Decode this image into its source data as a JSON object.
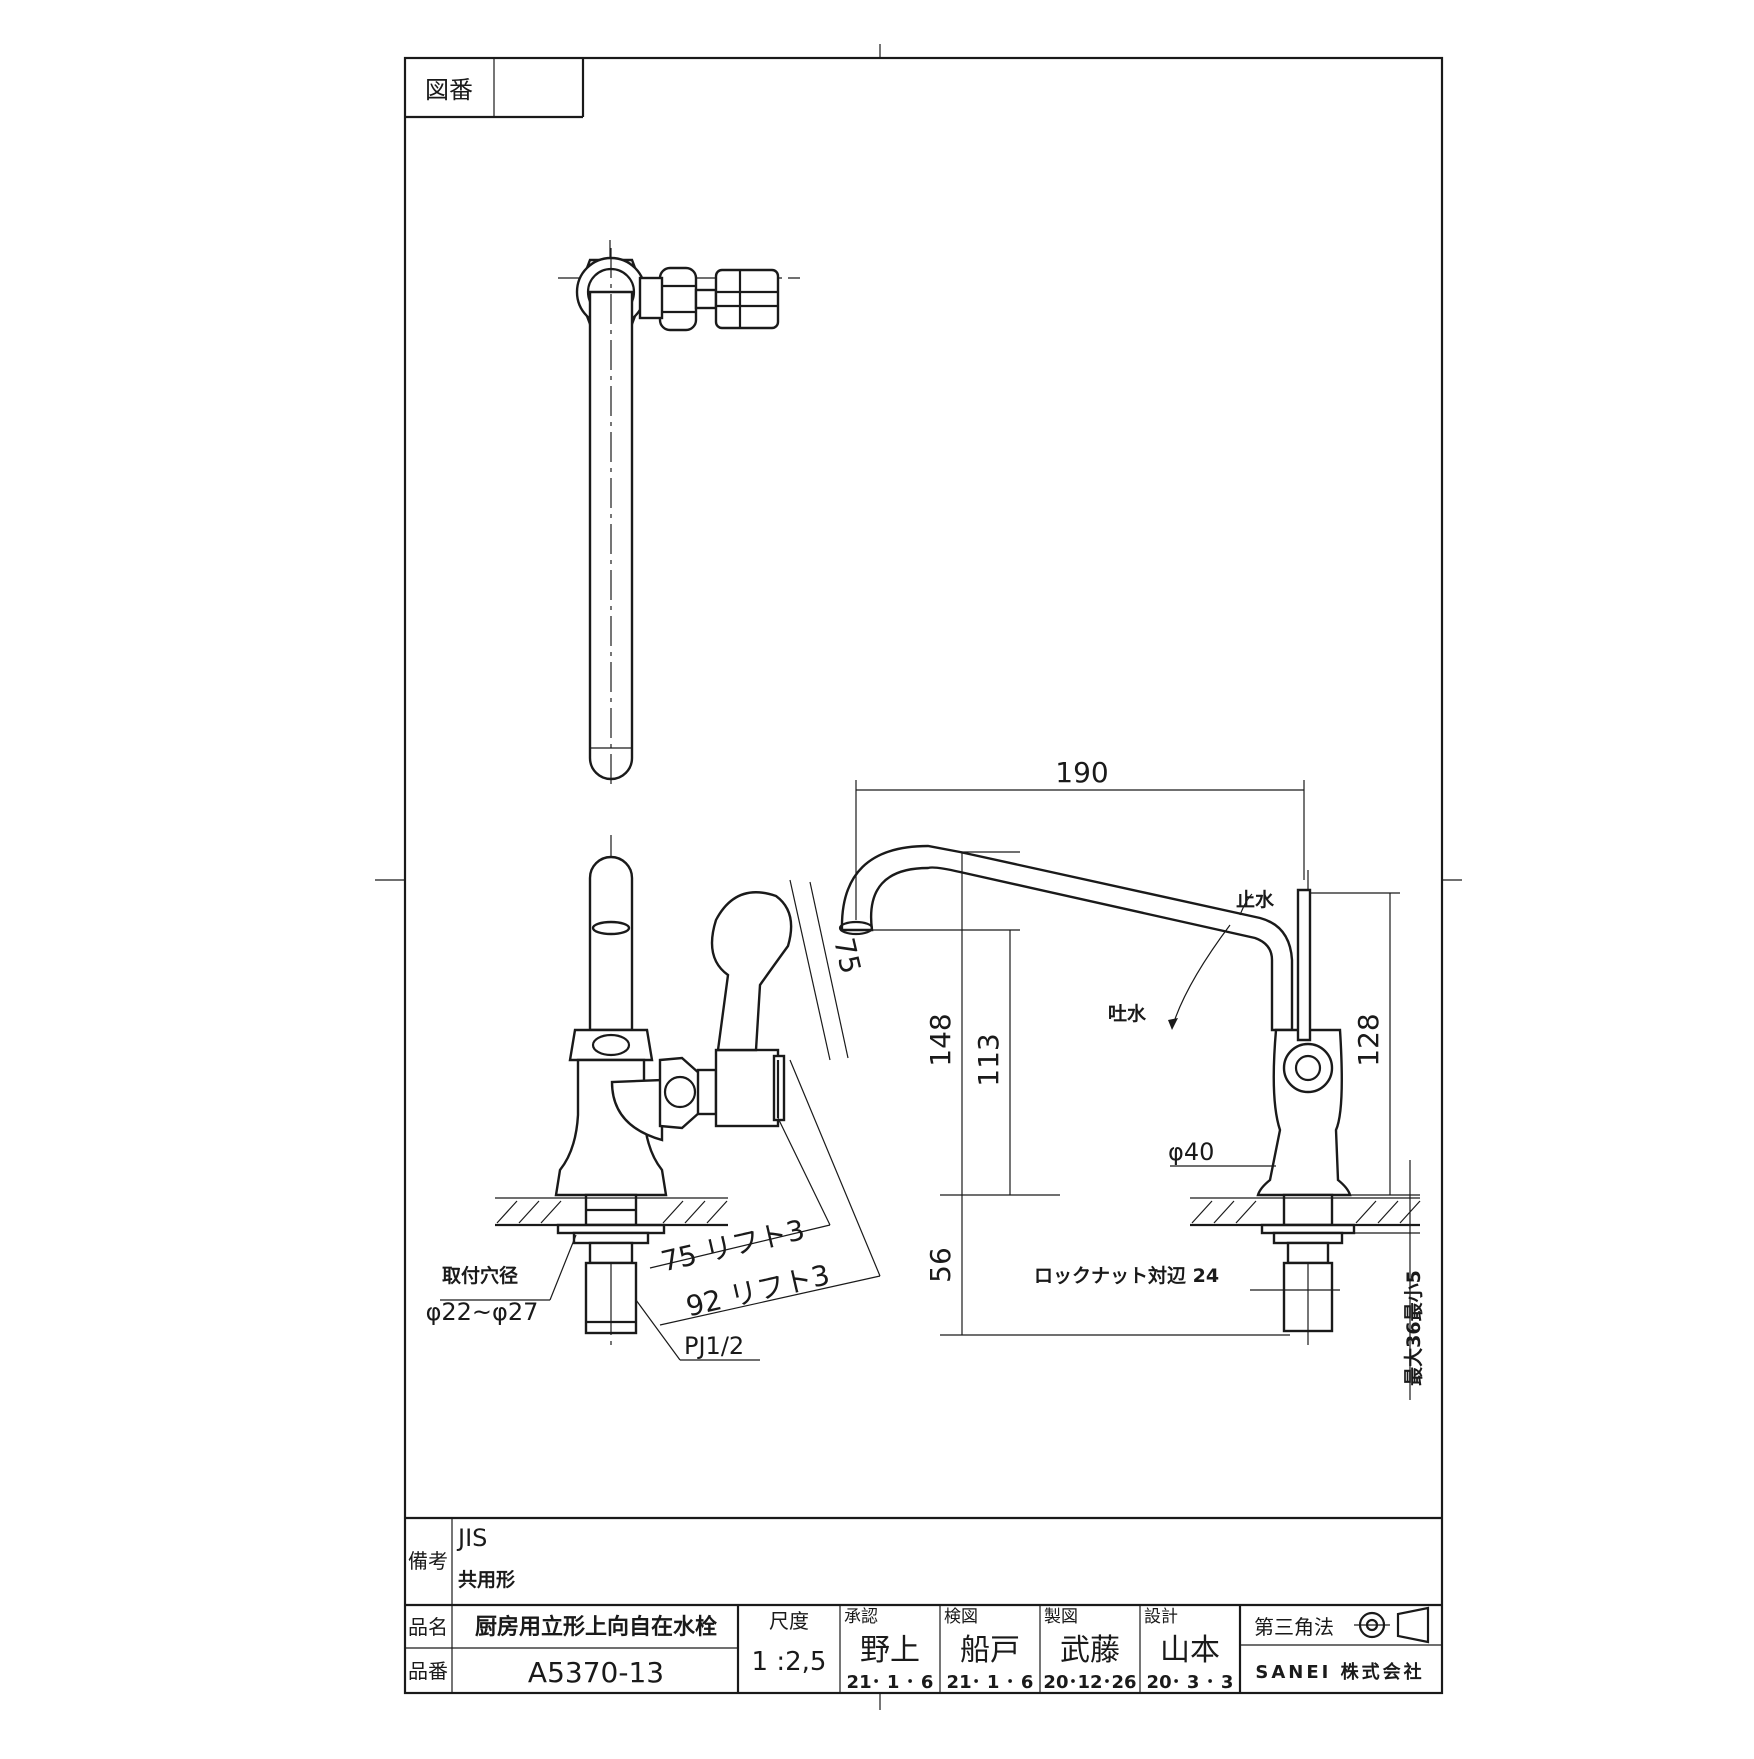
{
  "drawing_number": {
    "label": "図番",
    "value": ""
  },
  "dimensions": {
    "width_190": "190",
    "handle_75": "75",
    "height_148": "148",
    "height_113": "113",
    "height_128": "128",
    "under_56": "56",
    "lift_75": "75 リフト3",
    "lift_92": "92 リフト3",
    "body_dia": "φ40",
    "locknut": "ロックナット対辺 24",
    "thread": "PJ1/2",
    "deck_range": "最大36最小5",
    "hole_label": "取付穴径",
    "hole_value": "φ22~φ27",
    "stop_water": "止水",
    "discharge_water": "吐水"
  },
  "remarks": {
    "label": "備考",
    "line1": "JIS",
    "line2": "共用形"
  },
  "title_block": {
    "name_label": "品名",
    "name_value": "厨房用立形上向自在水栓",
    "number_label": "品番",
    "number_value": "A5370-13",
    "scale_label": "尺度",
    "scale_value": "1 :2,5",
    "approval_label": "承認",
    "approval_name": "野上",
    "approval_date": "21･ 1 ･ 6",
    "check_label": "検図",
    "check_name": "船戸",
    "check_date": "21･ 1 ･ 6",
    "drafted_label": "製図",
    "drafted_name": "武藤",
    "drafted_date": "20･12･26",
    "design_label": "設計",
    "design_name": "山本",
    "design_date": "20･ 3 ･ 3",
    "projection_label": "第三角法",
    "company": "SANEI 株式会社"
  }
}
